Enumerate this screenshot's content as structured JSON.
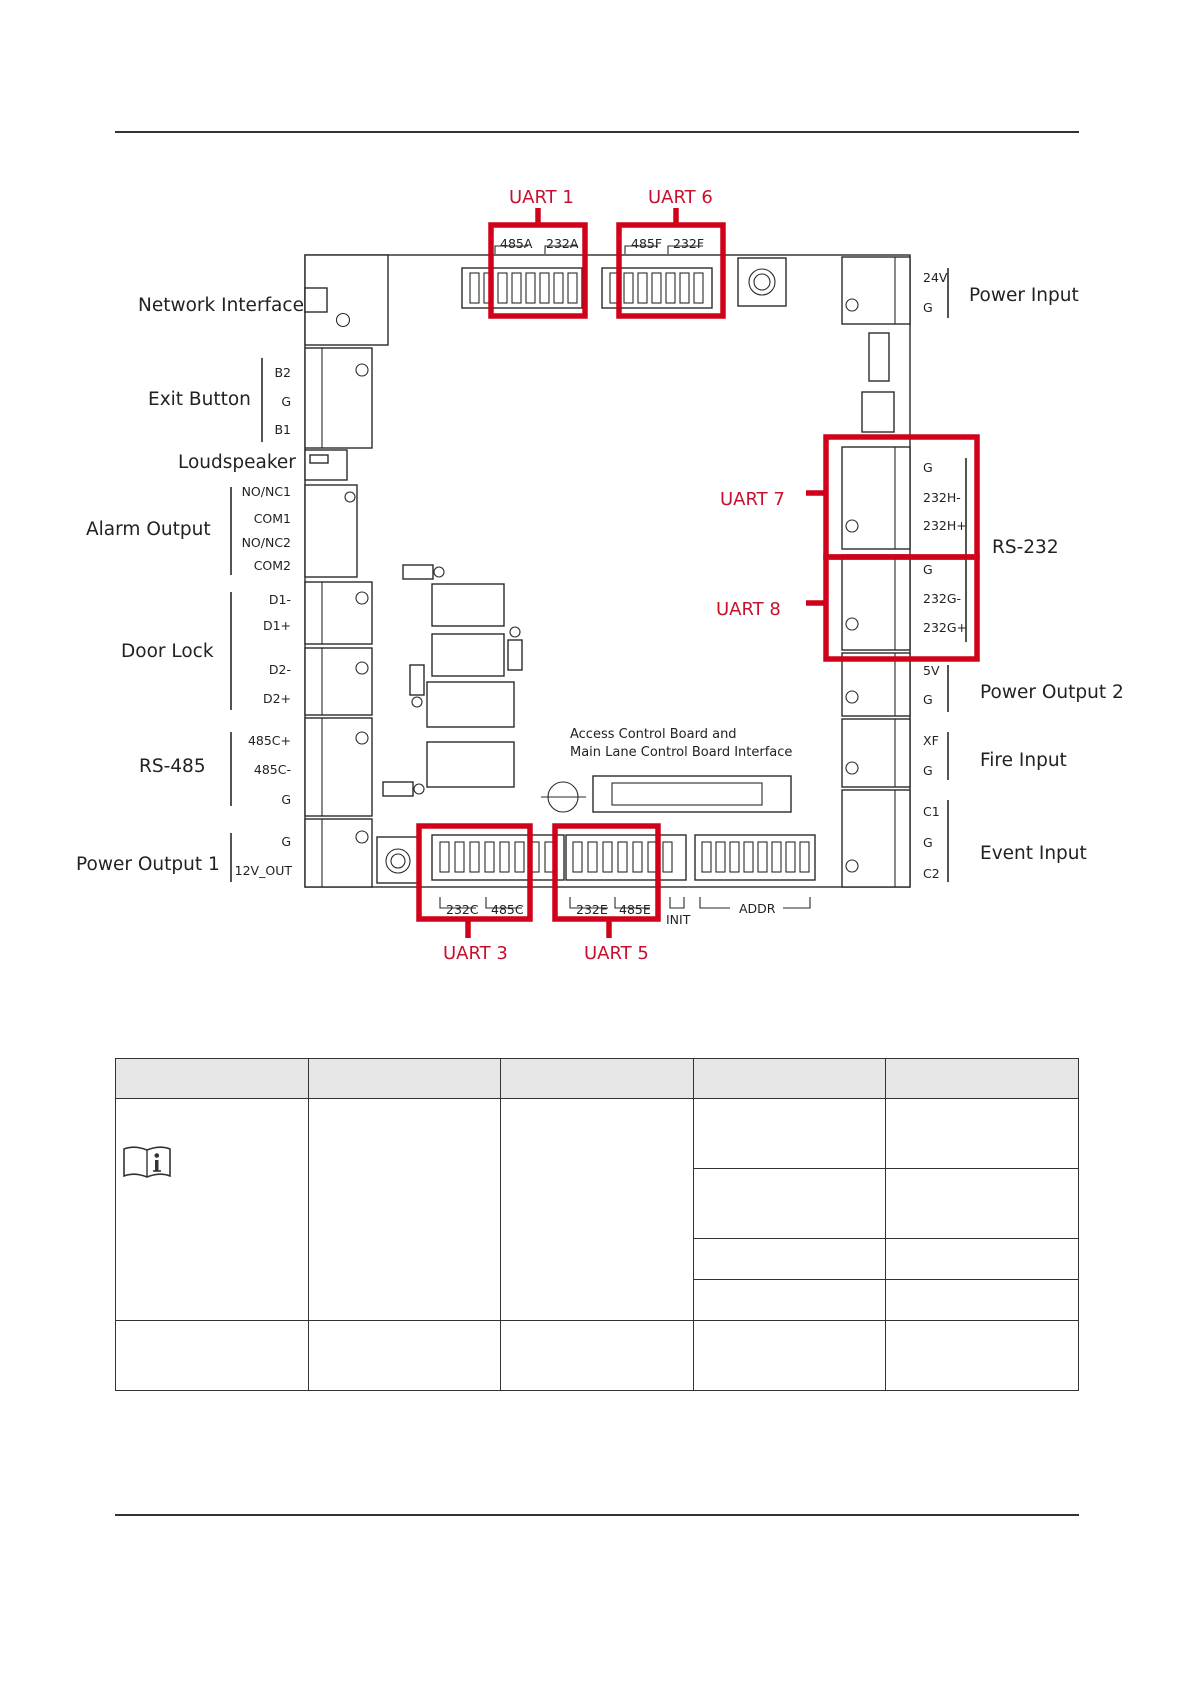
{
  "board_labels": {
    "network_interface": "Network Interface",
    "exit_button": "Exit Button",
    "loudspeaker": "Loudspeaker",
    "alarm_output": "Alarm Output",
    "door_lock": "Door Lock",
    "rs485": "RS-485",
    "power_output_1": "Power Output 1",
    "power_input": "Power Input",
    "rs232": "RS-232",
    "power_output_2": "Power Output 2",
    "fire_input": "Fire Input",
    "event_input": "Event Input",
    "interface_line1": "Access Control Board and",
    "interface_line2": "Main Lane Control Board Interface"
  },
  "pins": {
    "b2": "B2",
    "g_exit": "G",
    "b1": "B1",
    "no_nc1": "NO/NC1",
    "com1": "COM1",
    "no_nc2": "NO/NC2",
    "com2": "COM2",
    "d1_minus": "D1-",
    "d1_plus": "D1+",
    "d2_minus": "D2-",
    "d2_plus": "D2+",
    "c485_plus": "485C+",
    "c485_minus": "485C-",
    "g_485": "G",
    "g_pwr1": "G",
    "out_12v": "12V_OUT",
    "v24": "24V",
    "g_pwr_in": "G",
    "g_232h": "G",
    "h232_minus": "232H-",
    "h232_plus": "232H+",
    "g_232g": "G",
    "g232_minus": "232G-",
    "g232_plus": "232G+",
    "v5": "5V",
    "g_pwr2": "G",
    "xf": "XF",
    "g_fire": "G",
    "c1": "C1",
    "g_event": "G",
    "c2": "C2"
  },
  "dip_labels": {
    "a485": "485A",
    "a232": "232A",
    "f485": "485F",
    "f232": "232F",
    "c232": "232C",
    "c485": "485C",
    "e232": "232E",
    "e485": "485E",
    "init": "INIT",
    "addr": "ADDR"
  },
  "uart_labels": {
    "uart1": "UART 1",
    "uart6": "UART 6",
    "uart7": "UART 7",
    "uart8": "UART 8",
    "uart3": "UART 3",
    "uart5": "UART 5"
  },
  "table": {
    "headers": [
      "",
      "",
      "",
      "",
      ""
    ],
    "note_icon": "note-info-icon",
    "rows": [
      [
        "",
        "",
        "",
        "",
        ""
      ],
      [
        "",
        ""
      ],
      [
        "",
        ""
      ],
      [
        "",
        ""
      ],
      [
        "",
        "",
        "",
        "",
        ""
      ]
    ]
  },
  "colors": {
    "highlight": "#d0021b",
    "line": "#2a2a2a",
    "header_fill": "#e6e6e6"
  }
}
